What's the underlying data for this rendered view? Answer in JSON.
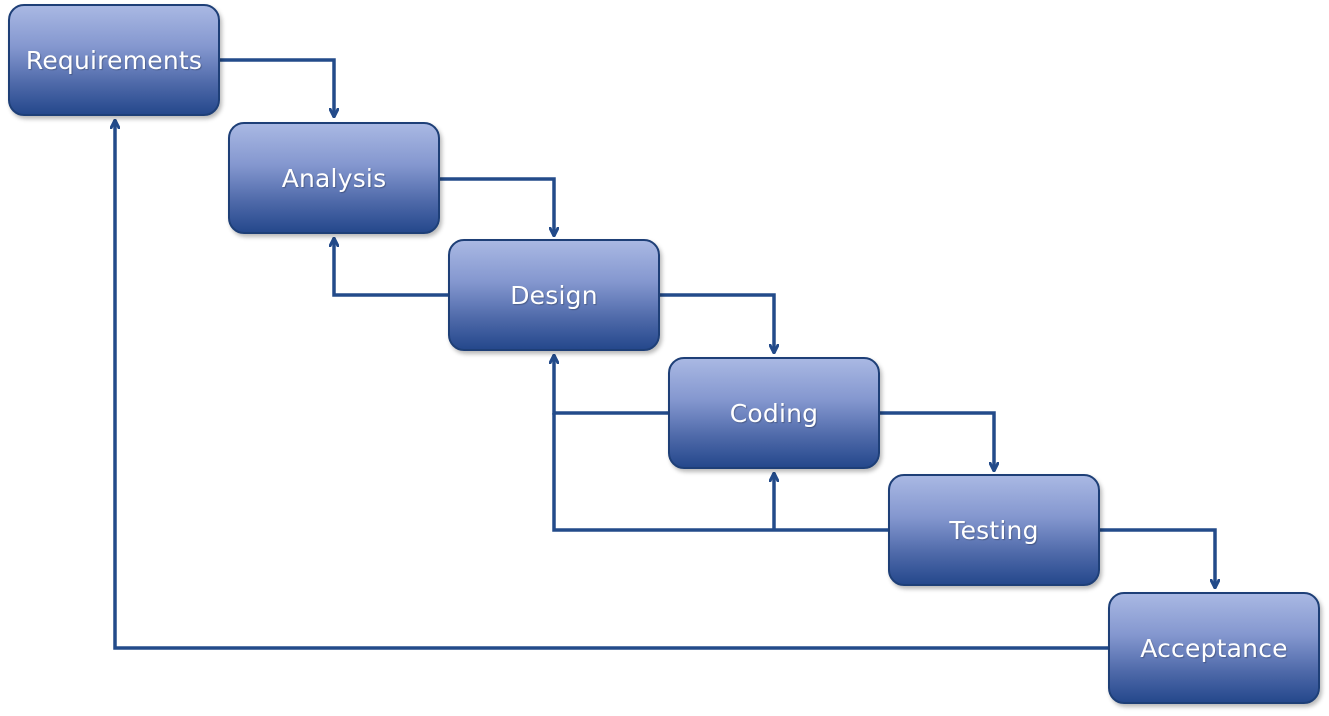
{
  "stages": [
    {
      "id": "requirements",
      "label": "Requirements"
    },
    {
      "id": "analysis",
      "label": "Analysis"
    },
    {
      "id": "design",
      "label": "Design"
    },
    {
      "id": "coding",
      "label": "Coding"
    },
    {
      "id": "testing",
      "label": "Testing"
    },
    {
      "id": "acceptance",
      "label": "Acceptance"
    }
  ],
  "colors": {
    "connector": "#234b8a",
    "box_border": "#1e3f77",
    "box_top": "#a9b8e3",
    "box_bottom": "#25488c",
    "label": "#ffffff"
  }
}
